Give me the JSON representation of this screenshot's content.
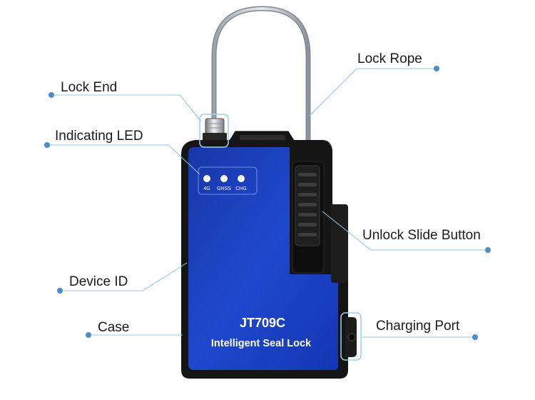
{
  "callouts": {
    "lock_end": "Lock End",
    "indicating_led": "Indicating LED",
    "device_id": "Device ID",
    "case": "Case",
    "lock_rope": "Lock Rope",
    "unlock_slide_button": "Unlock Slide Button",
    "charging_port": "Charging Port"
  },
  "leds": [
    "4G",
    "GNSS",
    "CHG"
  ],
  "device": {
    "model": "JT709C",
    "name": "Intelligent Seal Lock"
  },
  "colors": {
    "leader_line": "#8fc6e6",
    "dot": "#4a8fc9",
    "case_blue": "#1a3fc0",
    "case_dark": "#141414"
  }
}
